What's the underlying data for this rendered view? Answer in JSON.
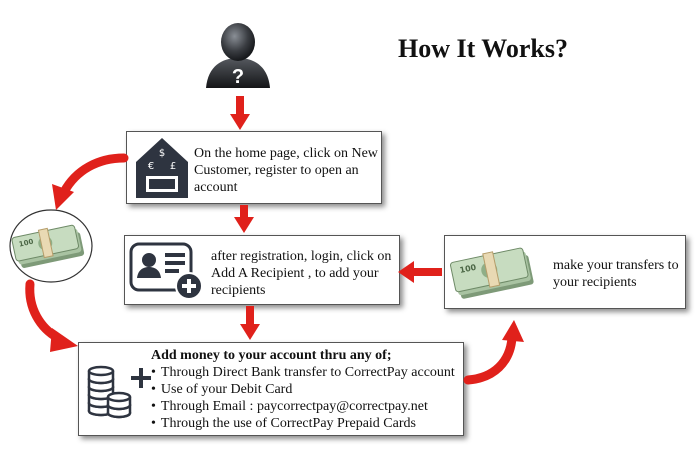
{
  "title": "How It Works?",
  "steps": {
    "open_account": {
      "text": "On the home page, click on New Customer, register to open an account",
      "icon": "home-currency-icon"
    },
    "add_recipient": {
      "text": "after registration, login, click on Add A Recipient , to add your recipients",
      "icon": "add-contact-icon"
    },
    "add_money": {
      "title": "Add money to your account thru any of;",
      "methods": [
        "Through Direct Bank transfer to CorrectPay account",
        "Use of your Debit Card",
        "Through Email : paycorrectpay@correctpay.net",
        "Through the use of CorrectPay Prepaid Cards"
      ],
      "icon": "coins-plus-icon"
    },
    "transfer": {
      "text": "make your transfers to your recipients",
      "icon": "money-bundle-icon"
    }
  },
  "colors": {
    "arrow": "#e0211b",
    "icon_dark": "#2e3440",
    "box_border": "#555555"
  }
}
